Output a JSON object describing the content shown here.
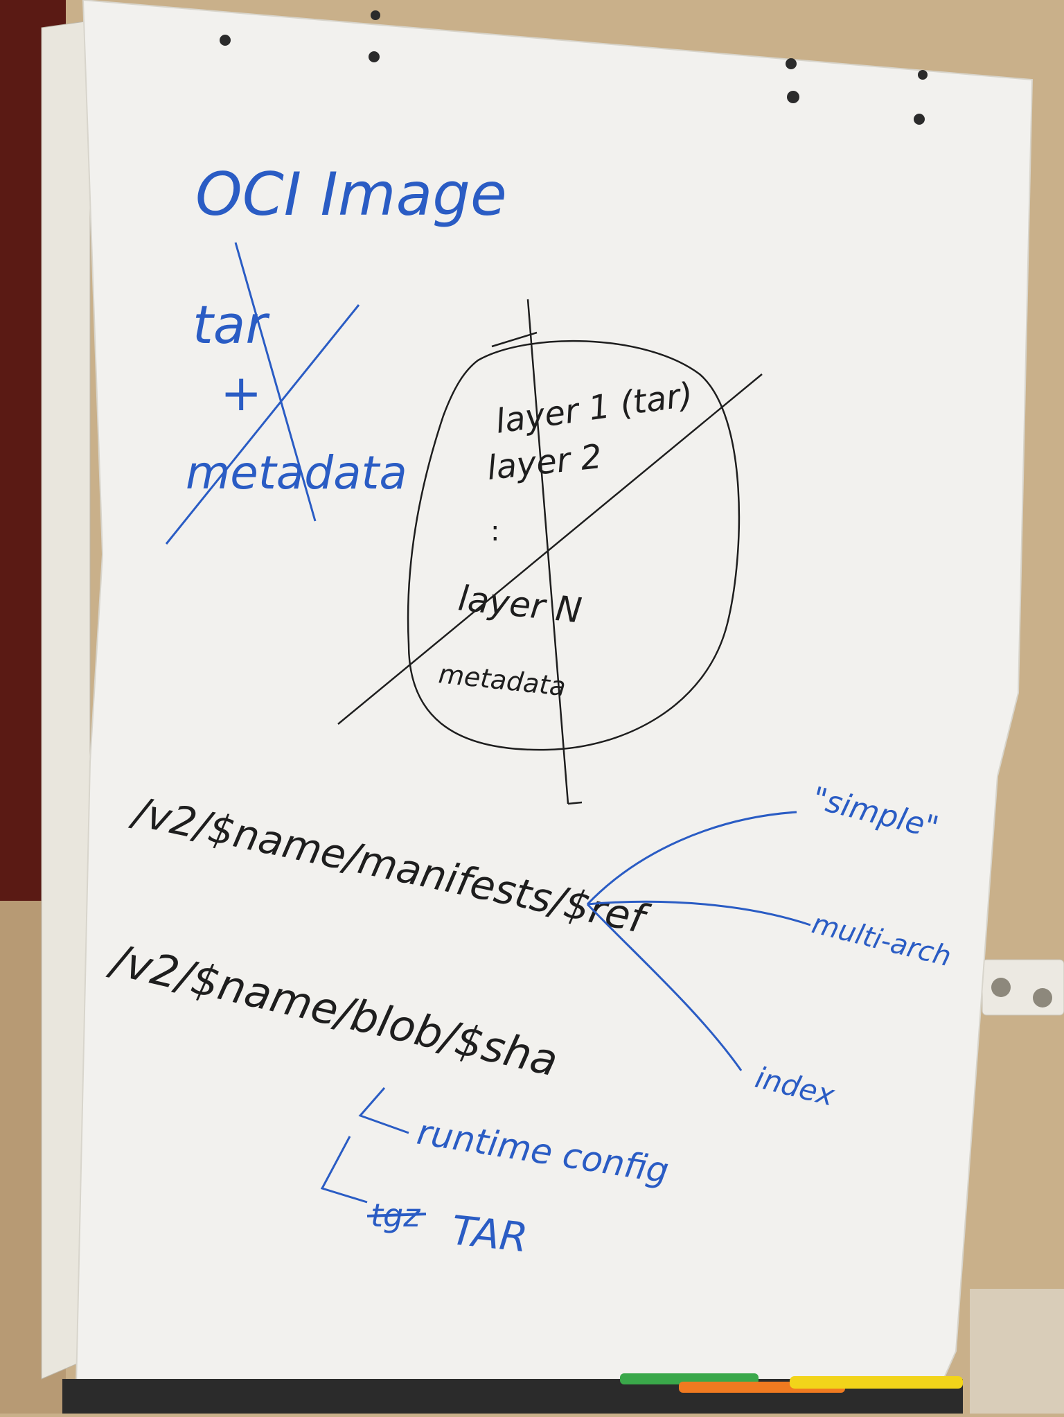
{
  "colors": {
    "wall": "#c9b08a",
    "curtain": "#5a1a14",
    "paper": "#f2f1ee",
    "board_frame": "#e9e6dd",
    "blue_marker": "#2a5cc4",
    "black_marker": "#1e1e1e",
    "marker_green": "#3aa84a",
    "marker_orange": "#f07a20",
    "marker_yellow": "#f2d41a"
  },
  "title": {
    "text": "OCI Image"
  },
  "crossed_note": {
    "line1": "tar",
    "line2": "+",
    "line3": "metadata"
  },
  "circle_diagram": {
    "layer1": "layer 1 (tar)",
    "layer2": "layer 2",
    "ellipsis": ":",
    "layern": "layer N",
    "metadata": "metadata"
  },
  "endpoints": {
    "manifests": "/v2/$name/manifests/$ref",
    "blob": "/v2/$name/blob/$sha"
  },
  "manifest_types": {
    "simple": "\"simple\"",
    "multi_arch": "multi-arch",
    "index": "index"
  },
  "blob_types": {
    "runtime_config": "runtime config",
    "tar_struck": "tgz",
    "tar": "TAR"
  },
  "icons": {
    "markers": "marker-pens-icon",
    "outlet": "power-outlet-icon"
  }
}
